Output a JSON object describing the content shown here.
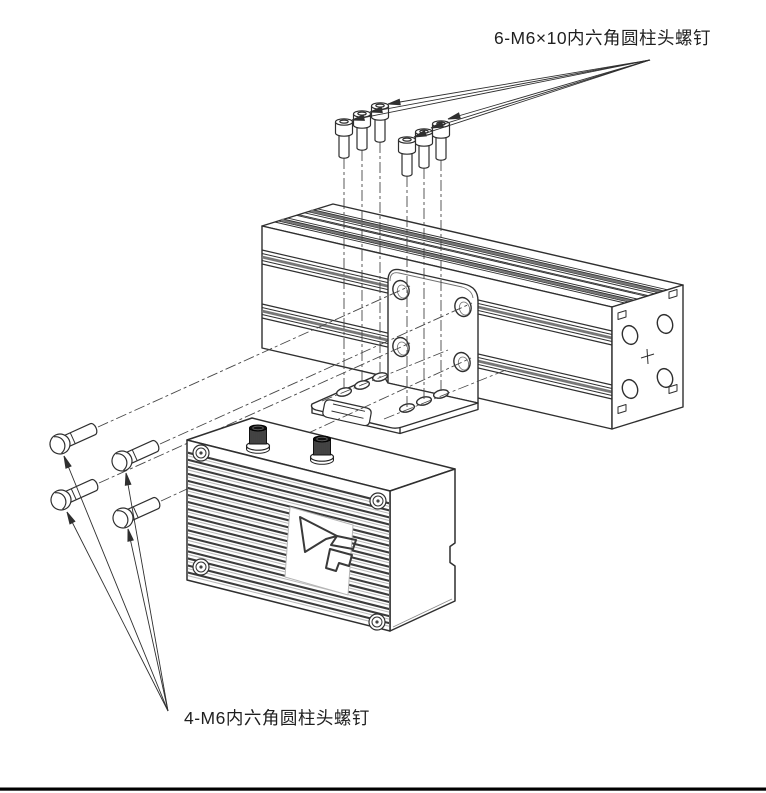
{
  "labels": {
    "top_screws": "6-M6×10内六角圆柱头螺钉",
    "bottom_screws": "4-M6内六角圆柱头螺钉"
  },
  "colors": {
    "line": "#2f2f2f",
    "line_light": "#8a8a8a",
    "connector_dark": "#1d1d1d",
    "label_text": "#1f1f1f",
    "footer_rule": "#000000",
    "background": "#ffffff"
  },
  "components": {
    "rail": "aluminum-extrusion-rail",
    "bracket": "L-mounting-bracket",
    "device": "finned-device-box",
    "device_logo": "brand-logo-mark",
    "connectors": "round-cable-connectors",
    "top_screws": "M6x10-socket-head-cap-screws",
    "bottom_screws": "M6-socket-head-cap-screws"
  }
}
